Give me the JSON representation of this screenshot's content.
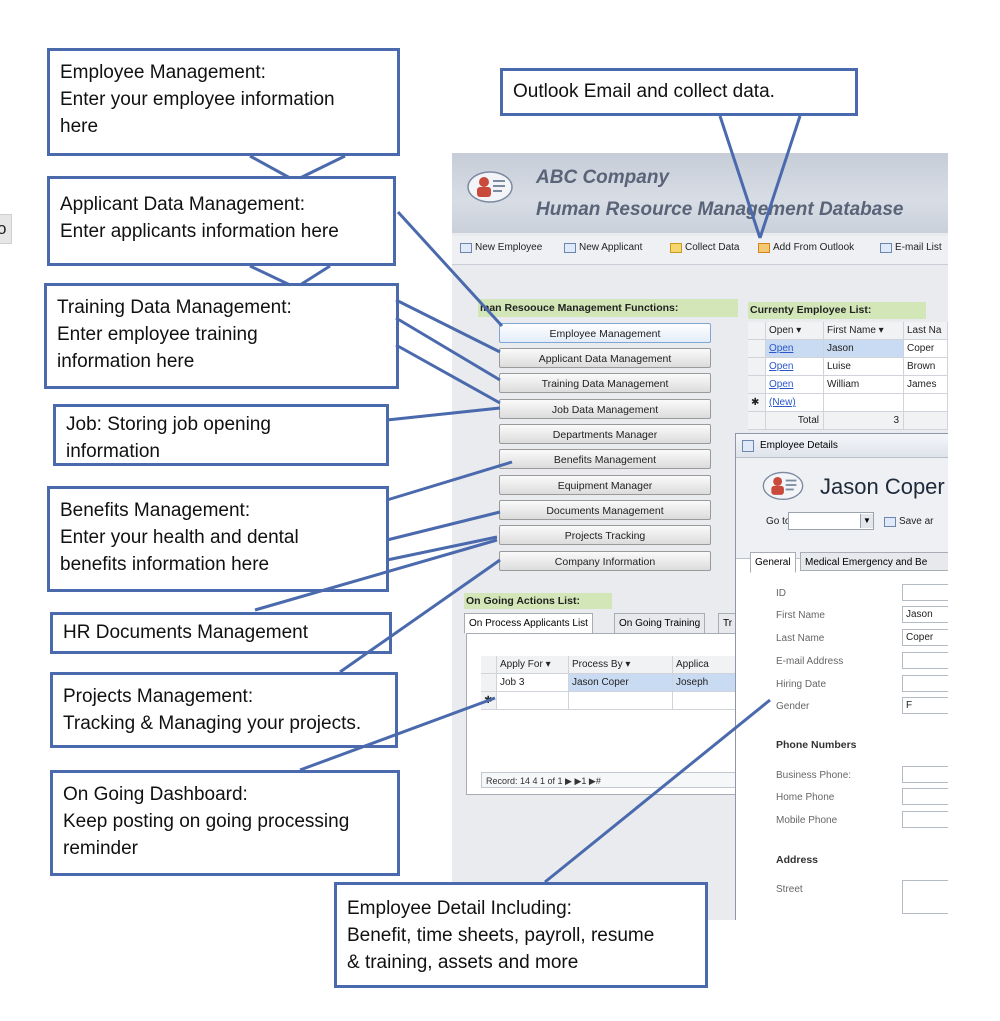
{
  "edge_fragment": "o",
  "app": {
    "company": "ABC Company",
    "database_title": "Human Resource Management Database",
    "toolbar": [
      {
        "label": "New Employee"
      },
      {
        "label": "New Applicant"
      },
      {
        "label": "Collect Data"
      },
      {
        "label": "Add From Outlook"
      },
      {
        "label": "E-mail List"
      }
    ],
    "functions_header": "man Resoouce Management Functions:",
    "functions": [
      "Employee Management",
      "Applicant Data Management",
      "Training Data Management",
      "Job Data Management",
      "Departments Manager",
      "Benefits Management",
      "Equipment Manager",
      "Documents Management",
      "Projects Tracking",
      "Company Information"
    ],
    "employee_list": {
      "header": "Currenty Employee List:",
      "columns": [
        "Open",
        "First Name",
        "Last Na"
      ],
      "rows": [
        {
          "open": "Open",
          "first": "Jason",
          "last": "Coper"
        },
        {
          "open": "Open",
          "first": "Luise",
          "last": "Brown"
        },
        {
          "open": "Open",
          "first": "William",
          "last": "James"
        },
        {
          "open": "(New)",
          "first": "",
          "last": ""
        }
      ],
      "total_label": "Total",
      "total_value": "3"
    },
    "ongoing": {
      "header": "On Going Actions List:",
      "tabs": [
        "On Process Applicants List",
        "On Going Training",
        "Tr"
      ],
      "columns": [
        "Apply For",
        "Process By",
        "Applica"
      ],
      "rows": [
        {
          "apply_for": "Job 3",
          "process_by": "Jason Coper",
          "applicant": "Joseph"
        }
      ],
      "record_nav": "Record: 14  4  1 of 1   ▶  ▶1  ▶#"
    },
    "employee_details": {
      "window_title": "Employee Details",
      "name": "Jason Coper",
      "goto_label": "Go to",
      "save_label": "Save ar",
      "tabs": [
        "General",
        "Medical Emergency and Be"
      ],
      "fields": [
        {
          "label": "ID",
          "value": ""
        },
        {
          "label": "First Name",
          "value": "Jason"
        },
        {
          "label": "Last Name",
          "value": "Coper"
        },
        {
          "label": "E-mail Address",
          "value": ""
        },
        {
          "label": "Hiring Date",
          "value": ""
        },
        {
          "label": "Gender",
          "value": "F"
        }
      ],
      "phone_section": "Phone Numbers",
      "phone_fields": [
        {
          "label": "Business Phone:",
          "value": ""
        },
        {
          "label": "Home Phone",
          "value": ""
        },
        {
          "label": "Mobile Phone",
          "value": ""
        }
      ],
      "address_section": "Address",
      "address_fields": [
        {
          "label": "Street",
          "value": ""
        }
      ]
    }
  },
  "callouts": {
    "employee_management": [
      "Employee Management:",
      "Enter your employee information",
      "here"
    ],
    "applicant_data": [
      "Applicant Data Management:",
      "Enter applicants information here"
    ],
    "training_data": [
      "Training Data Management:",
      "Enter employee training",
      "information here"
    ],
    "job": [
      "Job: Storing job opening",
      "information"
    ],
    "benefits": [
      "Benefits Management:",
      "Enter your health and dental",
      "benefits information here"
    ],
    "hr_documents": [
      "HR Documents Management"
    ],
    "projects": [
      "Projects Management:",
      "Tracking & Managing your projects."
    ],
    "dashboard": [
      "On Going Dashboard:",
      "Keep posting on going processing",
      "reminder"
    ],
    "employee_detail": [
      "Employee Detail Including:",
      "Benefit, time sheets, payroll, resume",
      "& training, assets and more"
    ],
    "outlook": [
      "Outlook Email and collect data."
    ]
  },
  "colors": {
    "callout_border": "#4a6aad",
    "section_header": "#d3e6b8",
    "link": "#2b57c8",
    "title_text": "#5a6478"
  }
}
